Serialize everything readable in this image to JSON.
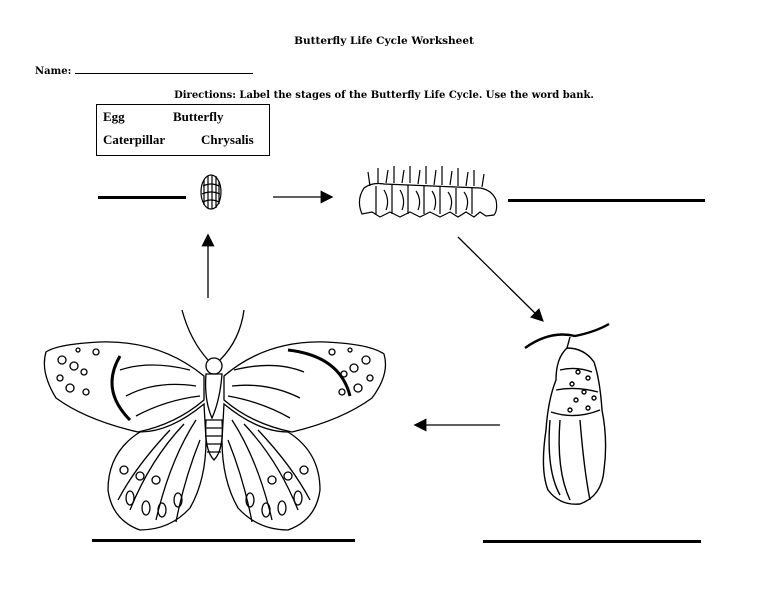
{
  "worksheet": {
    "title": "Butterfly Life Cycle Worksheet",
    "name_label": "Name: ",
    "directions": "Directions: Label the stages of the Butterfly Life Cycle. Use the word bank."
  },
  "word_bank": {
    "egg": "Egg",
    "butterfly": "Butterfly",
    "caterpillar": "Caterpillar",
    "chrysalis": "Chrysalis"
  },
  "icons": [
    "egg-icon",
    "caterpillar-icon",
    "chrysalis-icon",
    "butterfly-icon",
    "arrow-right-icon",
    "arrow-down-right-icon",
    "arrow-left-icon",
    "arrow-up-icon"
  ]
}
